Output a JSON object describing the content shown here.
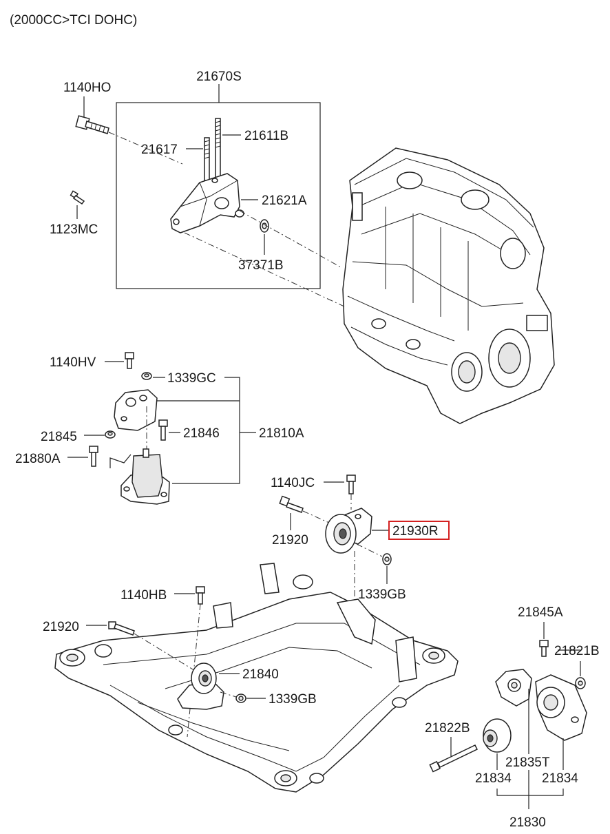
{
  "header": {
    "engine_spec": "(2000CC>TCI DOHC)"
  },
  "labels": {
    "p21670S": "21670S",
    "p1140HO": "1140HO",
    "p21611B": "21611B",
    "p21617": "21617",
    "p21621A": "21621A",
    "p1123MC": "1123MC",
    "p37371B": "37371B",
    "p1140HV": "1140HV",
    "p1339GC": "1339GC",
    "p21845": "21845",
    "p21846": "21846",
    "p21810A": "21810A",
    "p21880A": "21880A",
    "p1140JC": "1140JC",
    "p21920_upper": "21920",
    "p21930R": "21930R",
    "p1339GB_upper": "1339GB",
    "p1140HB": "1140HB",
    "p21920_lower": "21920",
    "p21840": "21840",
    "p1339GB_lower": "1339GB",
    "p21845A": "21845A",
    "p21821B": "21821B",
    "p21822B": "21822B",
    "p21835T": "21835T",
    "p21834_left": "21834",
    "p21834_right": "21834",
    "p21830": "21830"
  },
  "highlight": {
    "part": "21930R",
    "color": "#d42020"
  }
}
